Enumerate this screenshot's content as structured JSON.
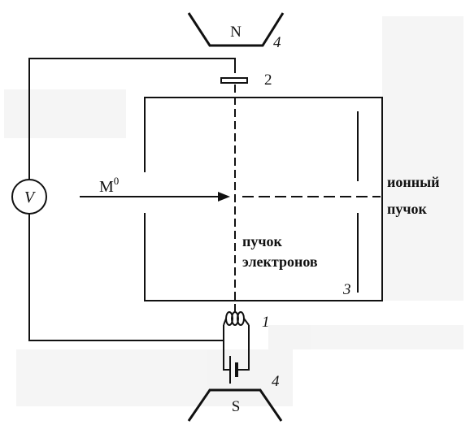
{
  "labels": {
    "north_pole": "N",
    "south_pole": "S",
    "magnet_top_num": "4",
    "magnet_bottom_num": "4",
    "anode_num": "2",
    "filament_num": "1",
    "plate_num": "3",
    "voltmeter": "V",
    "molecule": "M",
    "molecule_sup": "0",
    "ion_beam_line1": "ионный",
    "ion_beam_line2": "пучок",
    "electron_beam_line1": "пучок",
    "electron_beam_line2": "электронов"
  },
  "colors": {
    "ink": "#111111",
    "paper": "#ffffff",
    "bleed": "#e9e9e9"
  }
}
